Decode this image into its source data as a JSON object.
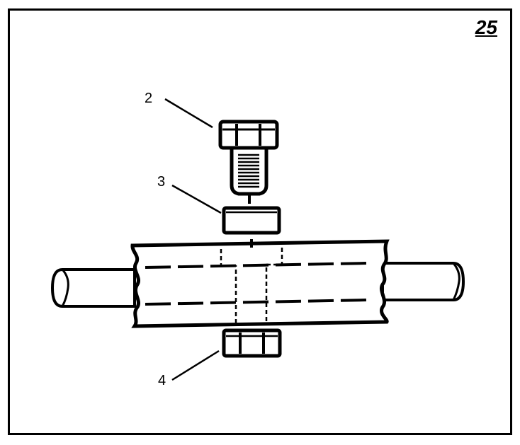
{
  "figure": {
    "number": "25",
    "callouts": [
      {
        "id": "2",
        "label": "2"
      },
      {
        "id": "3",
        "label": "3"
      },
      {
        "id": "4",
        "label": "4"
      }
    ]
  },
  "colors": {
    "ink": "#000000",
    "paper": "#ffffff"
  }
}
